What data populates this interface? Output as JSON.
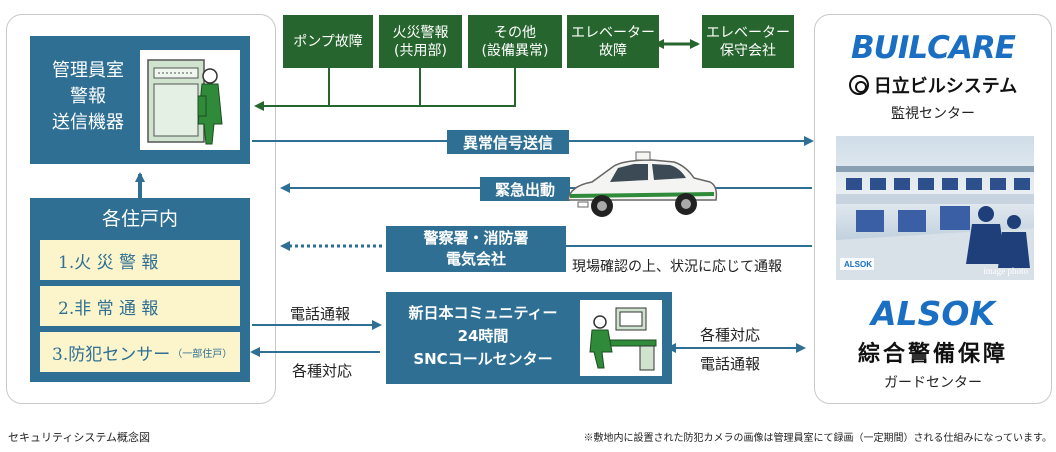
{
  "left": {
    "alarm_device": "管理員室\n警報\n送信機器",
    "units_title": "各住戸内",
    "units": [
      "1.火 災 警 報",
      "2.非 常 通 報",
      "3.防犯センサー"
    ],
    "units_note": "（一部住戸）"
  },
  "triggers": [
    "ポンプ故障",
    "火災警報\n(共用部)",
    "その他\n(設備異常)",
    "エレベーター\n故障",
    "エレベーター\n保守会社"
  ],
  "flows": {
    "abnormal_signal": "異常信号送信",
    "emergency": "緊急出動",
    "police": "警察署・消防署\n電気会社",
    "police_note": "現場確認の上、状況に応じて通報",
    "phone_report_left": "電話通報",
    "responses_left": "各種対応",
    "responses_right": "各種対応",
    "phone_report_right": "電話通報"
  },
  "call_center": "新日本コミュニティー\n24時間\nSNCコールセンター",
  "right": {
    "builcare_logo": "BUILCARE",
    "hitachi_logo": "日立ビルシステム",
    "monitoring_center": "監視センター",
    "image_caption": "image photo",
    "alsok_logo": "ALSOK",
    "alsok_name": "綜合警備保障",
    "guard_center": "ガードセンター"
  },
  "footer": {
    "caption": "セキュリティシステム概念図",
    "note": "※敷地内に設置された防犯カメラの画像は管理員室にて録画（一定期間）される仕組みになっています。"
  },
  "colors": {
    "blue": "#2e6f93",
    "green": "#26662e",
    "cream": "#fcf5cc",
    "logo_blue": "#1a6fc2"
  }
}
